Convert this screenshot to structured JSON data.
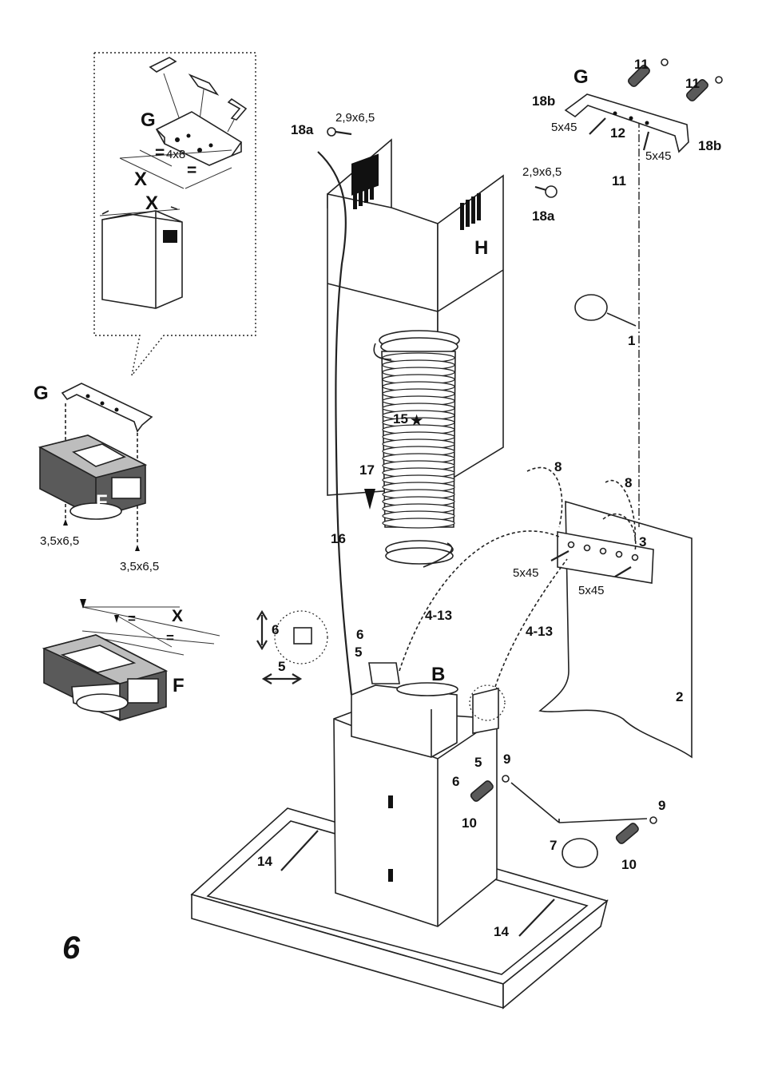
{
  "figure": {
    "number": "6"
  },
  "inset": {
    "bracket_letter": "G",
    "screw_size": "4x8",
    "equal_mark": "=",
    "dimension_x": "X"
  },
  "parts": {
    "G": "G",
    "F": "F",
    "H": "H",
    "B": "B"
  },
  "screws": {
    "s29": "2,9x6,5",
    "s35": "3,5x6,5",
    "s545": "5x45"
  },
  "refs": {
    "r1": "1",
    "r2": "2",
    "r3": "3",
    "r5": "5",
    "r6": "6",
    "r7": "7",
    "r8": "8",
    "r9": "9",
    "r10": "10",
    "r11": "11",
    "r12": "12",
    "r14": "14",
    "r15": "15",
    "r16": "16",
    "r17": "17",
    "r18a": "18a",
    "r18b": "18b",
    "r413": "4-13"
  }
}
